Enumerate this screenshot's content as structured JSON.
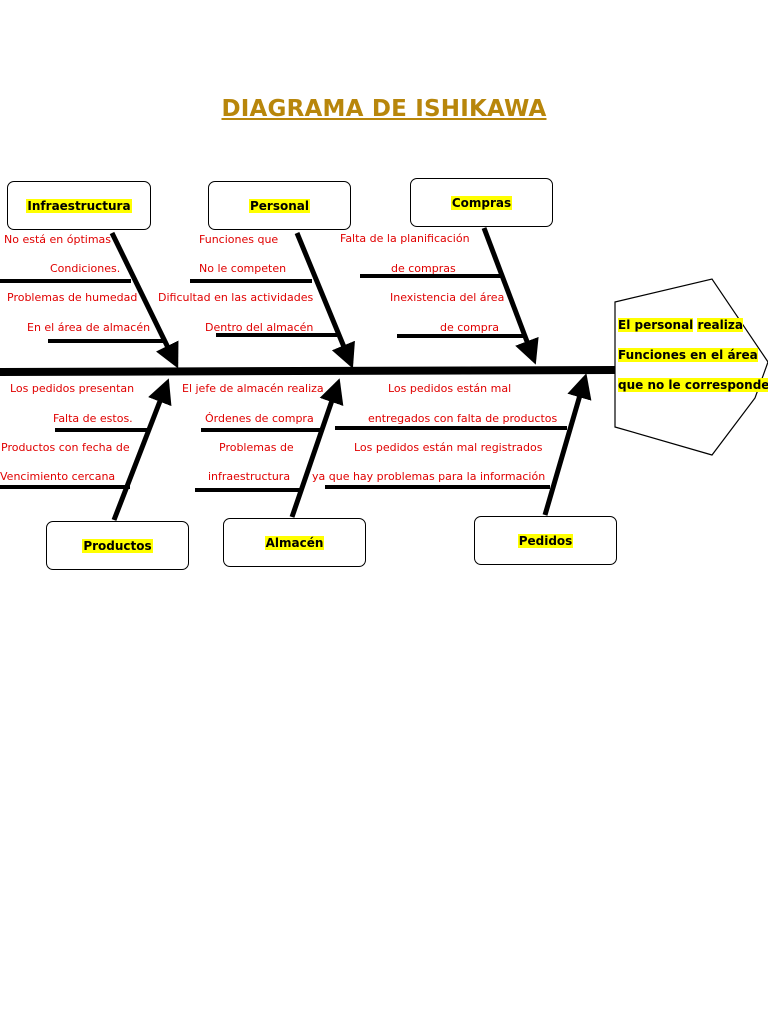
{
  "title": "DIAGRAMA DE ISHIKAWA",
  "colors": {
    "title": "#b8860b",
    "cause_text": "#e00000",
    "highlight": "#ffff00",
    "lines": "#000000"
  },
  "categories": {
    "infraestructura": "Infraestructura",
    "personal": "Personal",
    "compras": "Compras",
    "productos": "Productos",
    "almacen": "Almacén",
    "pedidos": "Pedidos"
  },
  "causes": {
    "infraestructura": [
      "No está en óptimas",
      "Condiciones.",
      "Problemas de humedad",
      "En el área de almacén"
    ],
    "personal": [
      "Funciones que",
      "No le competen",
      "Dificultad en las actividades",
      "Dentro del almacén"
    ],
    "compras": [
      "Falta de la planificación",
      "de compras",
      "Inexistencia del área",
      "de compra"
    ],
    "productos": [
      "Los pedidos presentan",
      "Falta de estos.",
      "Productos con fecha de",
      "Vencimiento cercana"
    ],
    "almacen": [
      "El jefe de almacén realiza",
      "Órdenes de compra",
      "Problemas de",
      "infraestructura"
    ],
    "pedidos": [
      "Los pedidos están mal",
      "entregados con falta de productos",
      "Los pedidos están mal registrados",
      "ya que hay problemas para la información"
    ]
  },
  "effect": {
    "line1_a": "El personal",
    "line1_b": "realiza",
    "line2": "Funciones en el área",
    "line3": "que no le corresponde."
  }
}
